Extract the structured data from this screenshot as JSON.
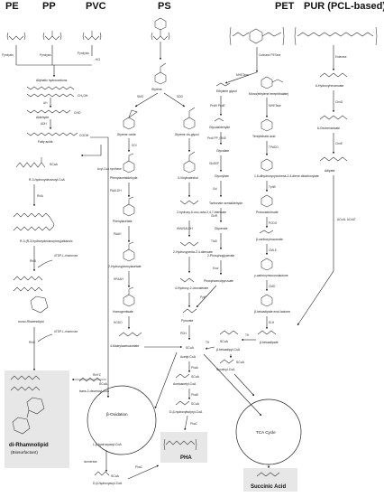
{
  "headers": {
    "pe": "PE",
    "pp": "PP",
    "pvc": "PVC",
    "ps": "PS",
    "pet": "PET",
    "pur": "PUR (PCL-based)"
  },
  "top_left": {
    "pyrolysis_1": "Pyrolysis",
    "pyrolysis_2": "Pyrolysis",
    "pyrolysis_3": "Pyrolysis",
    "hcl": "- HCl",
    "aliphatic": "Aliphatic hydrocarbons",
    "ch2oh": "CH₂OH",
    "ah1": "AH",
    "ah2": "AH",
    "aldehyde": "Aldehyde",
    "cho": "CHO",
    "adh": "ADH",
    "fatty_acids": "Fatty acids",
    "cooh": "COOH"
  },
  "ps": {
    "styrene": "Styrene",
    "smo": "SMO",
    "sdo": "SDO",
    "styrene_oxide": "Styrene oxide",
    "styrene_cis_glycol": "Styrene cis-glycol",
    "sdi": "SOI",
    "phenylacetaldehyde": "Phenylacetaldehyde",
    "vinylcatechol": "3-Vinylcatechol",
    "paaldh": "PAALDH",
    "phenylacetate": "Phenylacetate",
    "hydroxy_hexa": "2-hydroxy-6-oxo-octa-2,4,7-trienoate",
    "hmasaldh": "HMASALDH",
    "paah": "PAAH",
    "two_hydroxy_pa": "2-Hydroxyphenylacetate",
    "two_hydroxy_pd": "2-Hydroxypenta-2,4-dienoate",
    "hpah": "HPAAH",
    "homogentisate": "Homogentisate",
    "four_hydroxy": "4-Hydroxy-2-oxovalerate",
    "hgdo": "HGDO",
    "maleyl": "4-Maleylacetoacetate",
    "pyruvate": "Pyruvate",
    "pdh": "PDH",
    "acetyl_coa": "Acetyl-CoA",
    "phaa": "PhaA",
    "acetoacetyl": "Acetoacetyl-CoA",
    "phab": "PhaB",
    "d3hb": "D-β-hydroxybutyryl-CoA"
  },
  "left_chain": {
    "acyl_coa_synthase": "Acyl-CoA synthase",
    "scoa": "SCoA",
    "r3_hydroxy": "R-3-hydroxydecanoyl-CoA",
    "rhla": "RhlA",
    "r3_r3": "R-3-(R-3-hydroxydecanoyloxy)alkanoic",
    "dtdp1": "dTDP-L-rhamnose",
    "rhlb": "RhlB",
    "mono_rhamnolipid": "mono-Rhamnolipid",
    "dtdp2": "dTDP-L-rhamnose",
    "rhlc": "RhlC",
    "rhlyz": "RhlYZ",
    "di_rhamnolipid": "di-Rhamnolipid",
    "biosurfactant": "(Biosurfactant)",
    "trans_enoyl": "trans-2-decenoyl-CoA",
    "beta_oxidation": "β-Oxidation",
    "l3_hydroxyacyl": "L-β-hydroxyacyl-CoA",
    "isomerase": "isomerase",
    "d3_hydroxyacyl": "D-β-hydroxyacyl-CoA",
    "phac1": "PhaC",
    "phac2": "PhaC",
    "pha": "PHA"
  },
  "pet": {
    "cutinase": "Cutinase PETase",
    "mhetase1": "MHETase",
    "ethylene_glycol": "Ethylene glycol",
    "mono_ester": "Mono(ethylene terephthalate)",
    "pedh": "PedH PedE",
    "mhetase2": "MHETase",
    "glycolaldehyde": "Glycolaldehyde",
    "terephthalic": "Terephthalic acid",
    "ped_i": "PedI PP_0545",
    "tpadoa": "TPADO",
    "glycolate": "Glycolate",
    "dihydroxy": "1,6-dihydroxycyclohexa-2,4-diene-dicarboxylate",
    "glcdef": "GlcDEF",
    "tphb": "TphB",
    "glyoxylate": "Glyoxylate",
    "protocatechuate": "Protocatechuate",
    "gcl": "Gcl",
    "pcdo": "PCDO",
    "tartronate": "Tartronate semialdehyde",
    "cmle": "CMLE",
    "carboxymuconate": "β-carboxymuconate",
    "glxr": "GlxR",
    "glycerate": "Glycerate",
    "cmd": "CMD",
    "lactone": "γ-carboxymuconolactone",
    "ttud": "TtuD",
    "phospho": "2-Phosphoglycerate",
    "enol": "Enol",
    "ketoadipate_enol": "β-ketoadipate enol-lactone",
    "pep": "Phosphoenolpyruvate",
    "elh": "ELH",
    "pykf": "PykF",
    "ketoadipate": "β-ketoadipate",
    "ketoadipyl": "β-ketoadipyl-CoA",
    "th1": "TH",
    "th2": "TH",
    "succinyl": "Succinyl-CoA",
    "tca": "TCA Cycle",
    "succinic": "Succinic Acid"
  },
  "pur": {
    "esterase": "Esterase",
    "hydroxyhexanoate": "6-Hydroxyhexanoate",
    "chnd": "ChnD",
    "oxohexanoate": "6-Oxohexanoate",
    "chne": "ChnE",
    "adipate": "Adipate",
    "acoat": "ACoAL ACoAT"
  }
}
